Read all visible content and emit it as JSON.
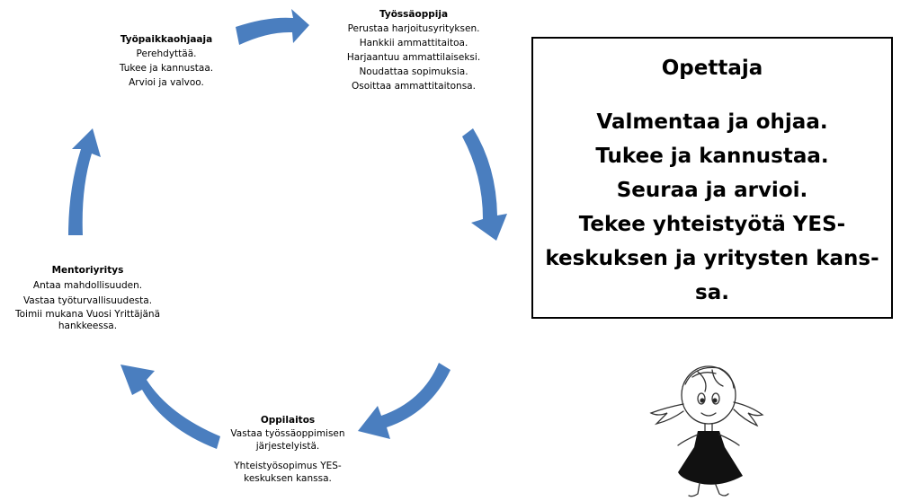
{
  "nodes": {
    "tyopaikkaohjaaja": {
      "title": "Työpaikkaohjaaja",
      "lines": [
        "Perehdyttää.",
        "Tukee ja kannustaa.",
        "Arvioi ja valvoo."
      ]
    },
    "tyossaoppija": {
      "title": "Työssäoppija",
      "lines": [
        "Perustaa harjoitusyrityksen.",
        "Hankkii ammattitaitoa.",
        "Harjaantuu ammattilaiseksi.",
        "Noudattaa sopimuksia.",
        "Osoittaa ammattitaitonsa."
      ]
    },
    "mentoriyritys": {
      "title": "Mentoriyritys",
      "lines": [
        "Antaa mahdollisuuden.",
        "Vastaa työturvallisuudesta.",
        "Toimii mukana Vuosi Yrittäjänä",
        "hankkeessa."
      ]
    },
    "oppilaitos": {
      "title": "Oppilaitos",
      "lines": [
        "Vastaa työssäoppimisen",
        "järjestelyistä.",
        "Yhteistyösopimus YES-",
        "keskuksen kanssa."
      ]
    }
  },
  "teacher": {
    "title": "Opettaja",
    "lines": [
      "Valmentaa ja ohjaa.",
      "Tukee ja kannustaa.",
      "Seuraa ja arvioi.",
      "Tekee yhteistyötä YES-",
      "keskuksen ja yritysten kans-",
      "sa."
    ]
  },
  "colors": {
    "arrow": "#4a7ebf",
    "arrow_edge": "#3f6fae",
    "text": "#000000"
  },
  "illustration": "girl-drawing"
}
